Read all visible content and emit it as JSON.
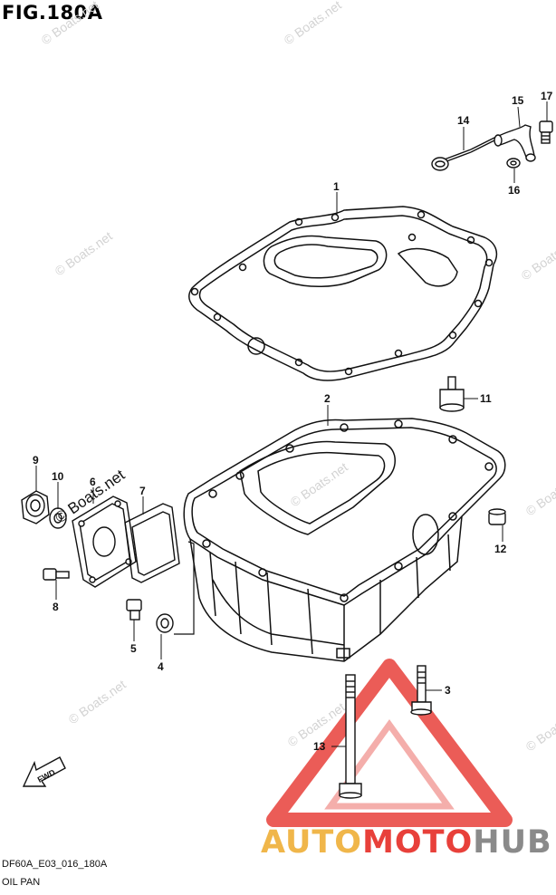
{
  "header": {
    "title": "FIG.180A"
  },
  "footer": {
    "code": "DF60A_E03_016_180A",
    "caption": "OIL PAN"
  },
  "watermarks": {
    "site": "© Boats.net"
  },
  "brand": {
    "part1": "AUTO",
    "part2": "MOTO",
    "part3": "HUB",
    "color_gold": "#f0b64a",
    "color_red": "#e8403a",
    "color_gray": "#8a8a8a"
  },
  "callouts": {
    "c1": "1",
    "c2": "2",
    "c3": "3",
    "c4": "4",
    "c5": "5",
    "c6": "6",
    "c7": "7",
    "c8": "8",
    "c9": "9",
    "c10": "10",
    "c11": "11",
    "c12": "12",
    "c13": "13",
    "c14": "14",
    "c15": "15",
    "c16": "16",
    "c17": "17"
  },
  "fwd": {
    "label": "FWD"
  }
}
